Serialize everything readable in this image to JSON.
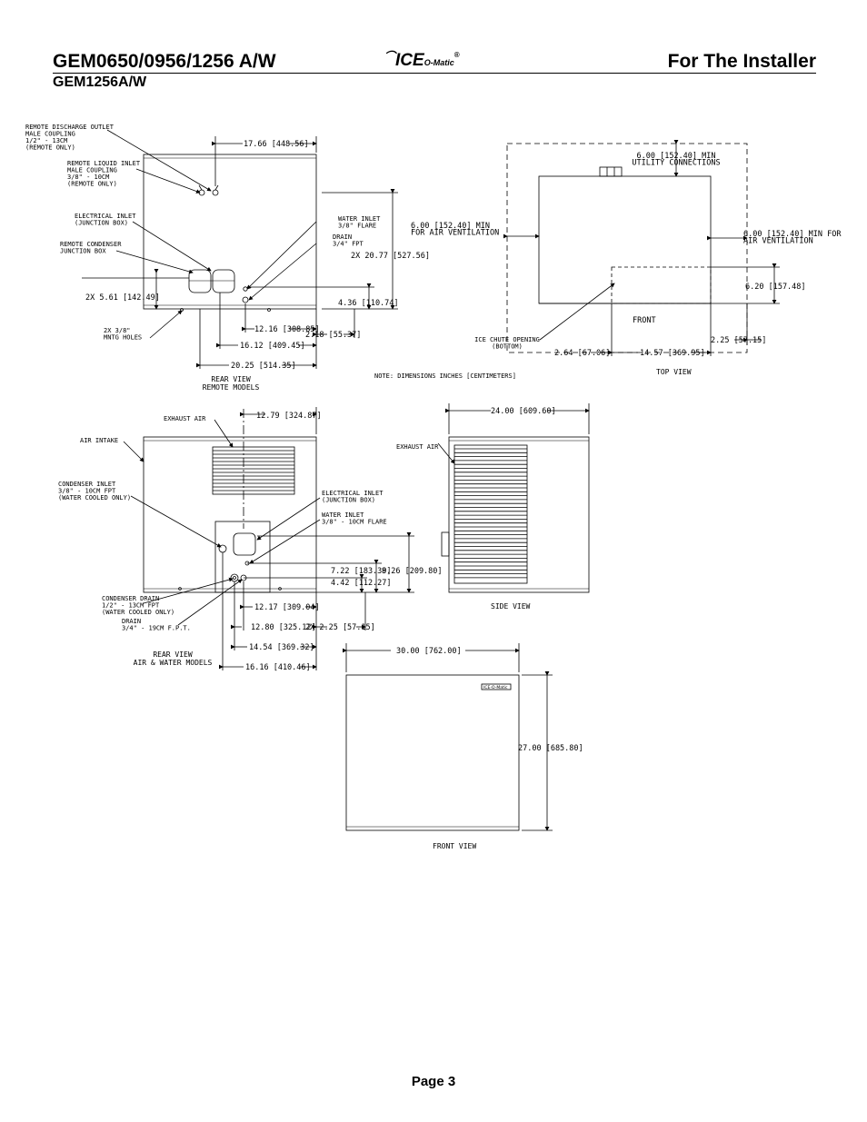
{
  "header": {
    "model_title": "GEM0650/0956/1256 A/W",
    "logo_main": "ICE",
    "logo_sub": "O-Matic",
    "logo_reg": "®",
    "section": "For The Installer",
    "subtitle": "GEM1256A/W"
  },
  "rear_remote": {
    "dim_top": "17.66 [448.56]",
    "label_discharge": [
      "REMOTE DISCHARGE OUTLET",
      "MALE COUPLING",
      "1/2\" - 13CM",
      "(REMOTE ONLY)"
    ],
    "label_liquid": [
      "REMOTE LIQUID INLET",
      "MALE COUPLING",
      "3/8\" - 10CM",
      "(REMOTE ONLY)"
    ],
    "label_electrical": [
      "ELECTRICAL INLET",
      "(JUNCTION BOX)"
    ],
    "label_condenser_box": [
      "REMOTE CONDENSER",
      "JUNCTION BOX"
    ],
    "label_water_inlet": [
      "WATER INLET",
      "3/8\" FLARE"
    ],
    "label_drain": [
      "DRAIN",
      "3/4\" FPT"
    ],
    "dim_height": "2X 20.77 [527.56]",
    "dim_side": "2X 5.61 [142.49]",
    "dim_small": "4.36 [110.74]",
    "label_holes": [
      "2X 3/8\"",
      "MNTG HOLES"
    ],
    "dim_a": "12.16 [308.85]",
    "dim_b": "2.18 [55.37]",
    "dim_c": "16.12 [409.45]",
    "dim_d": "20.25 [514.35]",
    "title": [
      "REAR VIEW",
      "REMOTE MODELS"
    ]
  },
  "note": "NOTE: DIMENSIONS INCHES [CENTIMETERS]",
  "top_view": {
    "dim_utility": [
      "6.00 [152.40] MIN",
      "UTILITY CONNECTIONS"
    ],
    "dim_left": [
      "6.00 [152.40] MIN",
      "FOR AIR VENTILATION"
    ],
    "dim_right": [
      "6.00 [152.40] MIN FOR",
      "AIR VENTILATION"
    ],
    "dim_depth": "6.20 [157.48]",
    "label_front": "FRONT",
    "label_chute": [
      "ICE CHUTE OPENING",
      "(BOTTOM)"
    ],
    "dim_e": "2.64 [67.06]",
    "dim_f": "14.57 [369.95]",
    "dim_g": "2.25 [57.15]",
    "title": "TOP VIEW"
  },
  "rear_aw": {
    "label_exhaust": "EXHAUST AIR",
    "dim_top": "12.79 [324.87]",
    "label_intake": "AIR INTAKE",
    "label_cond_inlet": [
      "CONDENSER INLET",
      "3/8\" - 10CM FPT",
      "(WATER COOLED ONLY)"
    ],
    "label_electrical": [
      "ELECTRICAL INLET",
      "(JUNCTION BOX)"
    ],
    "label_water_inlet": [
      "WATER INLET",
      "3/8\" - 10CM FLARE"
    ],
    "dim_h": "7.22 [183.39]",
    "dim_i": "8.26 [209.80]",
    "dim_j": "4.42 [112.27]",
    "label_cond_drain": [
      "CONDENSER DRAIN",
      "1/2\" - 13CM FPT",
      "(WATER COOLED ONLY)"
    ],
    "label_drain": [
      "DRAIN",
      "3/4\" - 19CM F.P.T."
    ],
    "dim_k": "12.17 [309.04]",
    "dim_l": "12.80 [325.12]",
    "dim_m": "2X 2.25 [57.15]",
    "dim_n": "14.54 [369.32]",
    "dim_o": "16.16 [410.46]",
    "title": [
      "REAR VIEW",
      "AIR & WATER MODELS"
    ]
  },
  "side_view": {
    "dim_top": "24.00 [609.60]",
    "label_exhaust": "EXHAUST AIR",
    "title": "SIDE VIEW"
  },
  "front_view": {
    "dim_top": "30.00 [762.00]",
    "dim_height": "27.00 [685.80]",
    "badge": "ICE-O-Matic",
    "title": "FRONT VIEW"
  },
  "footer": {
    "page": "Page 3"
  }
}
